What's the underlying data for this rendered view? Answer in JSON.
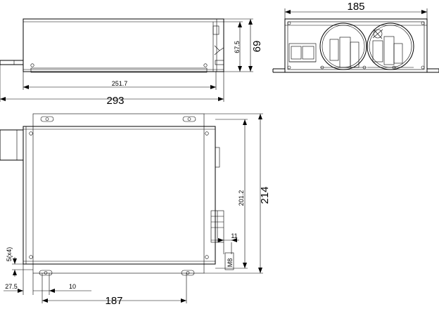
{
  "dimensions": {
    "side_overall_length": "293",
    "side_inner_length": "251.7",
    "side_height": "69",
    "side_inner_height": "67.5",
    "front_width": "185",
    "top_height": "214",
    "top_inner_height": "201.2",
    "hole_spacing": "187",
    "edge_offset": "27.5",
    "hole_offset": "10",
    "slot_width": "11",
    "bolt_size": "M8",
    "hole_count": "5(x4)"
  }
}
